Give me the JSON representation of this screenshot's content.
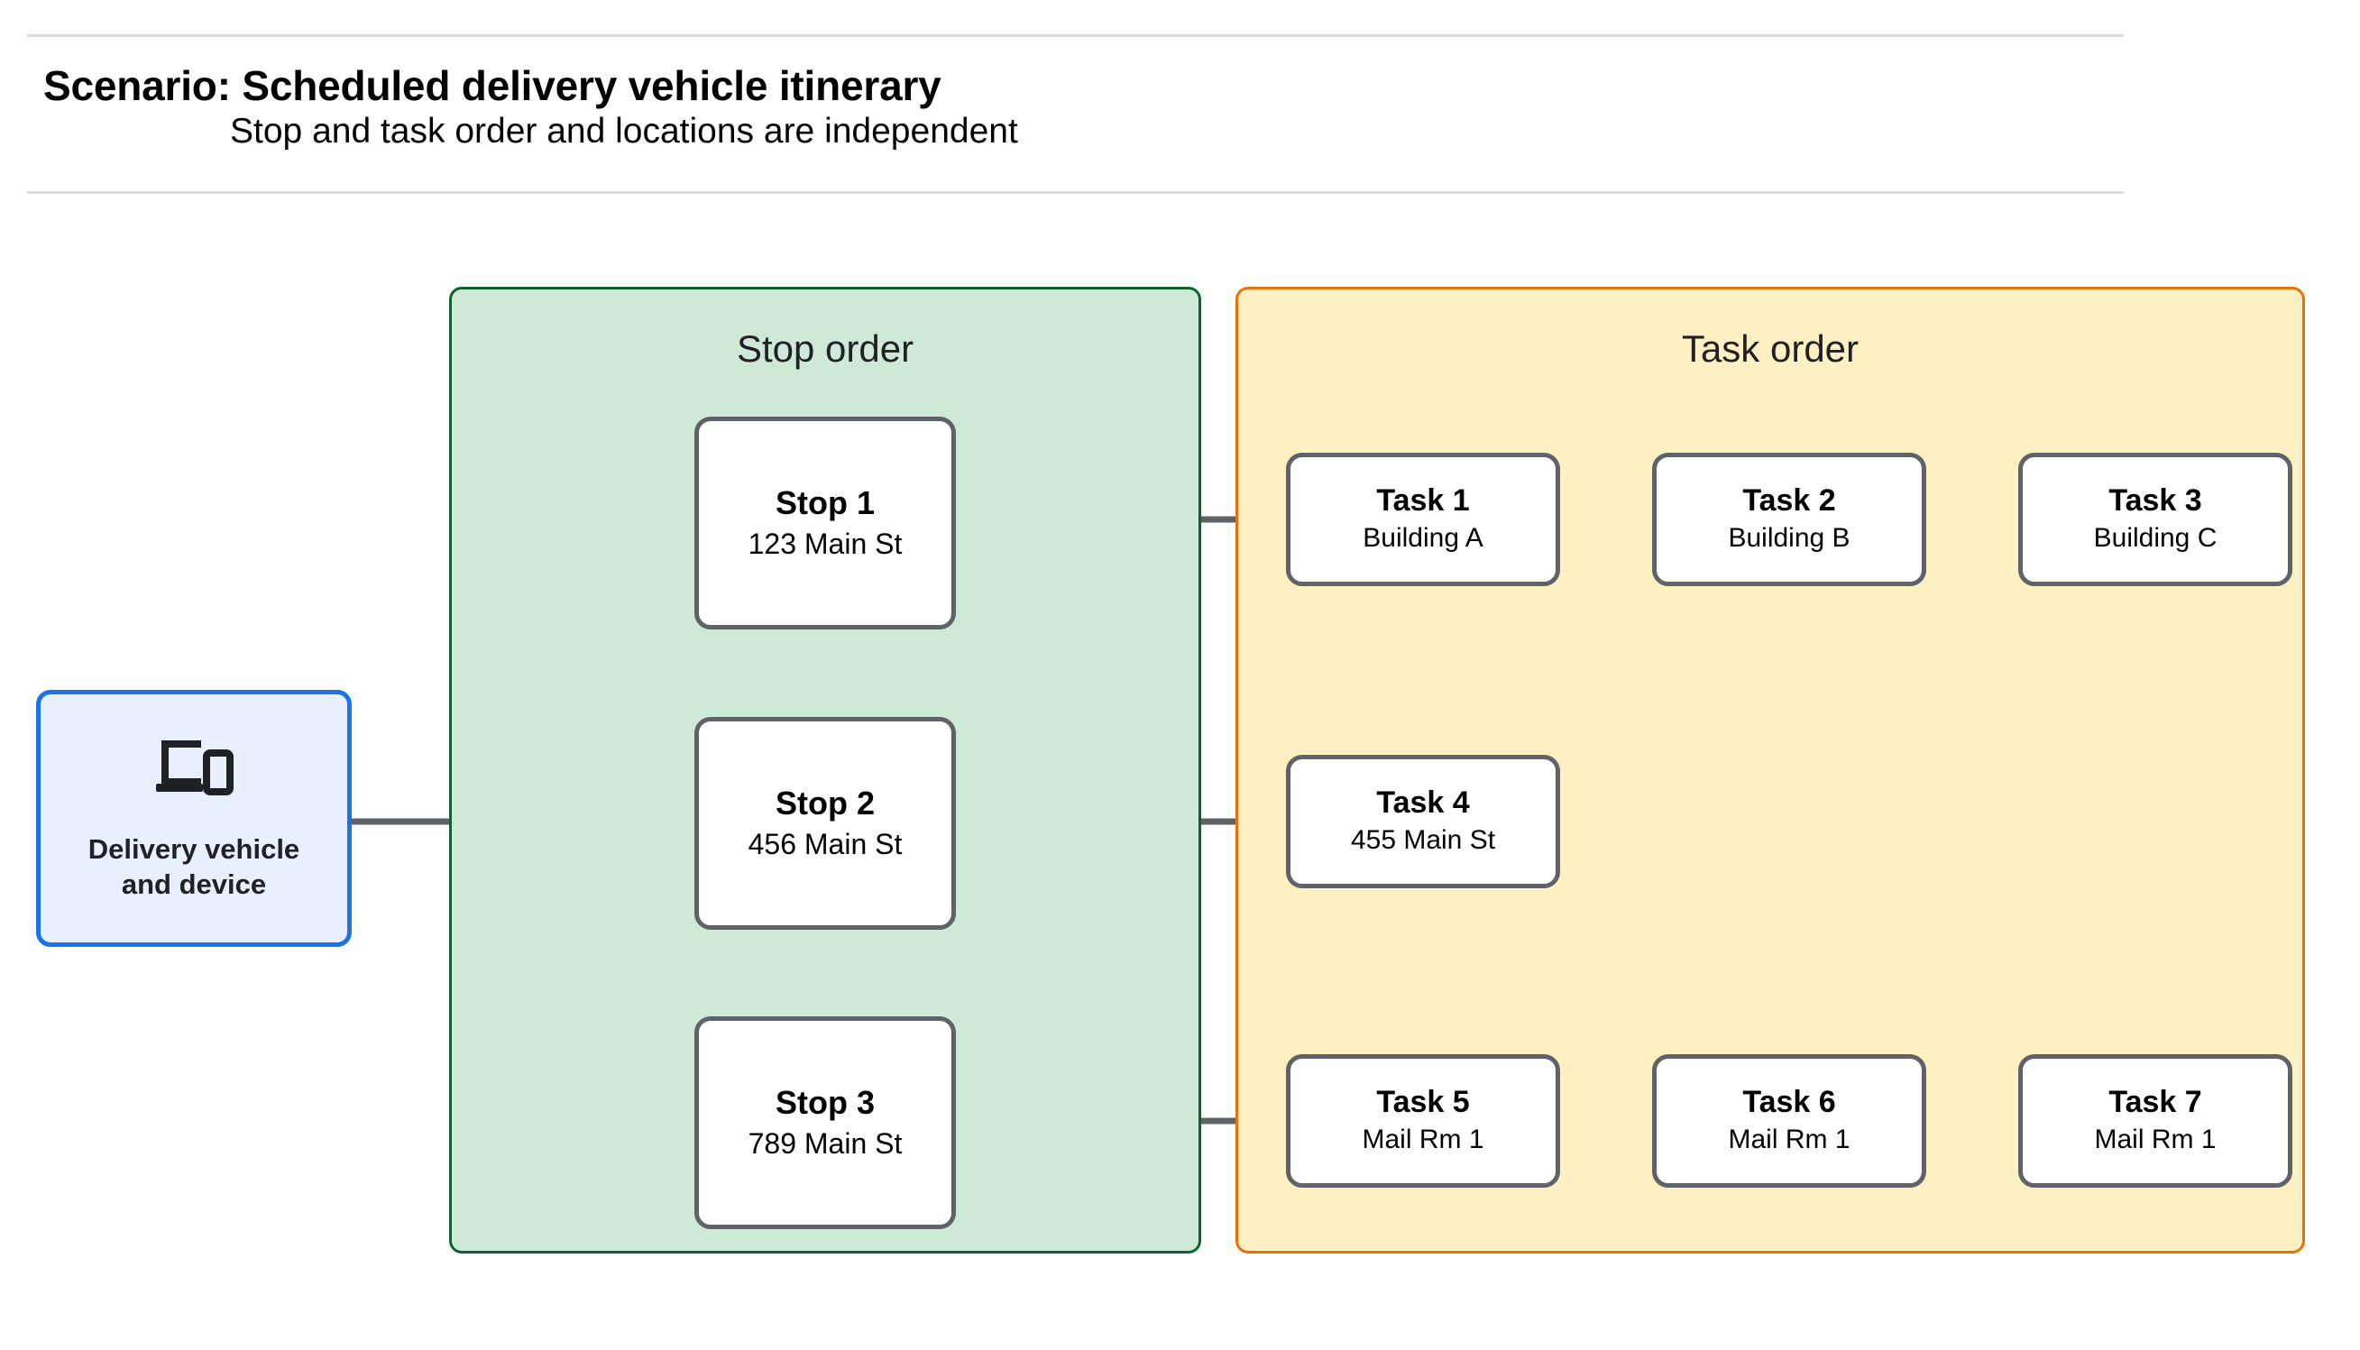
{
  "header": {
    "title": "Scenario: Scheduled delivery vehicle itinerary",
    "subtitle": "Stop and task order and locations are independent"
  },
  "source_node": {
    "label": "Delivery vehicle\nand device",
    "icon": "devices-icon",
    "border_color": "#1a73e8",
    "fill_color": "#e8f0fe"
  },
  "panels": {
    "stop": {
      "title": "Stop order",
      "border_color": "#0d652d",
      "fill_color": "#ceead6"
    },
    "task": {
      "title": "Task order",
      "border_color": "#e8710a",
      "fill_color": "#fef0c3"
    }
  },
  "stops": [
    {
      "title": "Stop 1",
      "location": "123 Main St"
    },
    {
      "title": "Stop 2",
      "location": "456 Main St"
    },
    {
      "title": "Stop 3",
      "location": "789 Main St"
    }
  ],
  "task_rows": [
    [
      {
        "title": "Task 1",
        "location": "Building A"
      },
      {
        "title": "Task 2",
        "location": "Building B"
      },
      {
        "title": "Task 3",
        "location": "Building C"
      }
    ],
    [
      {
        "title": "Task 4",
        "location": "455 Main St"
      }
    ],
    [
      {
        "title": "Task 5",
        "location": "Mail Rm 1"
      },
      {
        "title": "Task 6",
        "location": "Mail Rm 1"
      },
      {
        "title": "Task 7",
        "location": "Mail Rm 1"
      }
    ]
  ],
  "connector_color": "#5f6368"
}
